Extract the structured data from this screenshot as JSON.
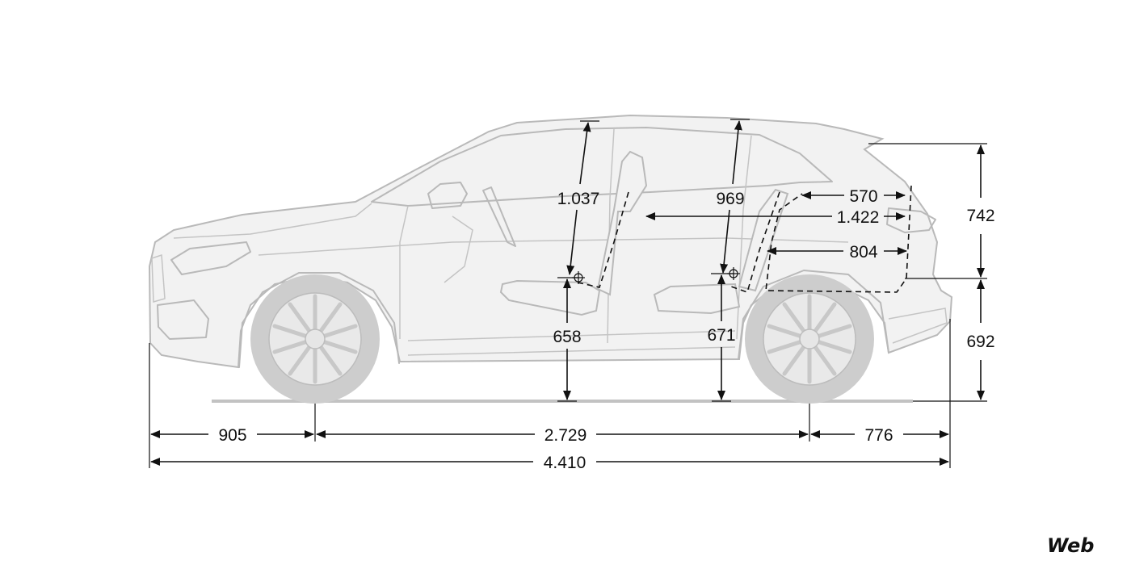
{
  "diagram": {
    "dimensions": {
      "headroom_front": "1.037",
      "headroom_rear": "969",
      "trunk_upper_depth": "570",
      "interior_length": "1.422",
      "trunk_lower_depth": "804",
      "trunk_height": "742",
      "loading_height": "692",
      "seat_height_front": "658",
      "seat_height_rear": "671",
      "front_overhang": "905",
      "wheelbase": "2.729",
      "rear_overhang": "776",
      "overall_length": "4.410"
    },
    "colors": {
      "car_outline": "#b9b9b9",
      "dimension_lines": "#111111",
      "ground": "#c2c2c2"
    }
  },
  "watermark": {
    "text": "Web"
  }
}
